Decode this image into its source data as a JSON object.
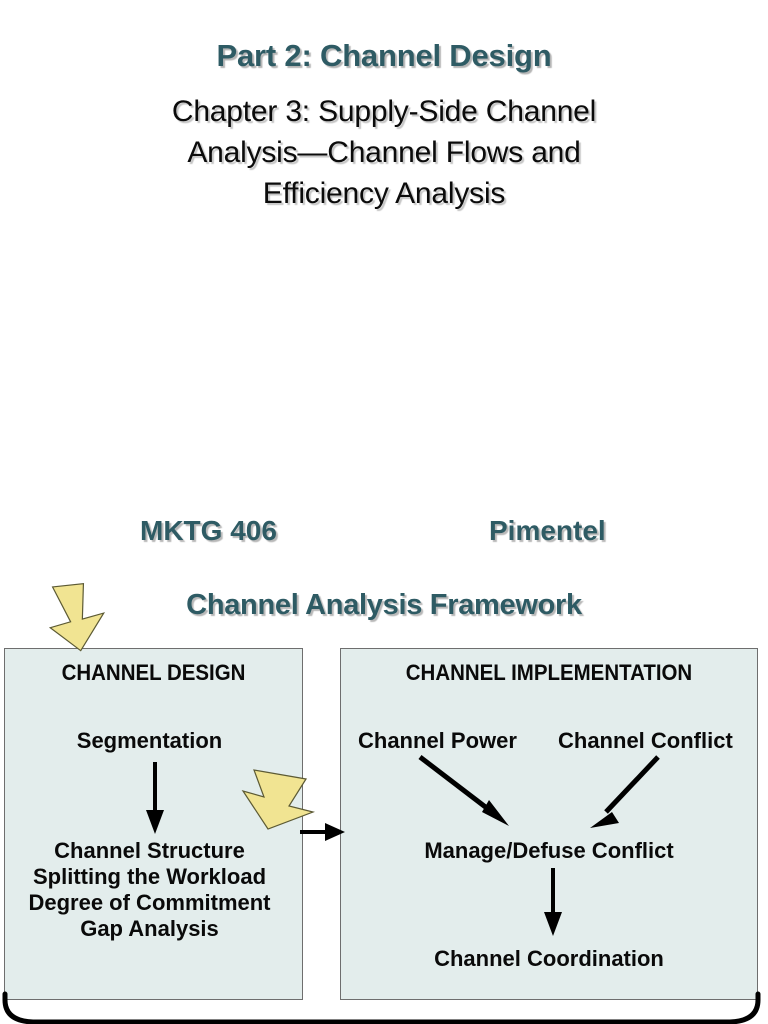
{
  "slide": {
    "part_title": "Part 2: Channel Design",
    "chapter_title_line1": "Chapter 3: Supply-Side Channel",
    "chapter_title_line2": "Analysis—Channel Flows and",
    "chapter_title_line3": "Efficiency Analysis",
    "course_code": "MKTG 406",
    "instructor": "Pimentel",
    "framework_heading": "Channel Analysis Framework",
    "accent_color": "#2e5b64",
    "box_fill_color": "#e3edec",
    "highlight_arrow_color": "#f1e492",
    "text_color": "#0a0a0a"
  },
  "diagram": {
    "left_box": {
      "title": "CHANNEL DESIGN",
      "nodes": {
        "segmentation": "Segmentation",
        "structure": "Channel Structure",
        "splitting": "Splitting the Workload",
        "commitment": "Degree of Commitment",
        "gap": "Gap Analysis"
      }
    },
    "right_box": {
      "title": "CHANNEL IMPLEMENTATION",
      "nodes": {
        "power": "Channel Power",
        "conflict": "Channel Conflict",
        "manage": "Manage/Defuse Conflict",
        "coordination": "Channel Coordination"
      }
    },
    "connectors": {
      "design_to_implementation": "arrow-right",
      "segmentation_to_structure": "arrow-down",
      "power_to_manage": "arrow-diagonal-down-right",
      "conflict_to_manage": "arrow-diagonal-down-left",
      "manage_to_coordination": "arrow-down",
      "feedback_loop": "curved-feedback-line"
    },
    "callouts": {
      "pointer_one": "yellow-block-arrow-down-right",
      "pointer_two": "yellow-block-arrow-down-left"
    }
  }
}
